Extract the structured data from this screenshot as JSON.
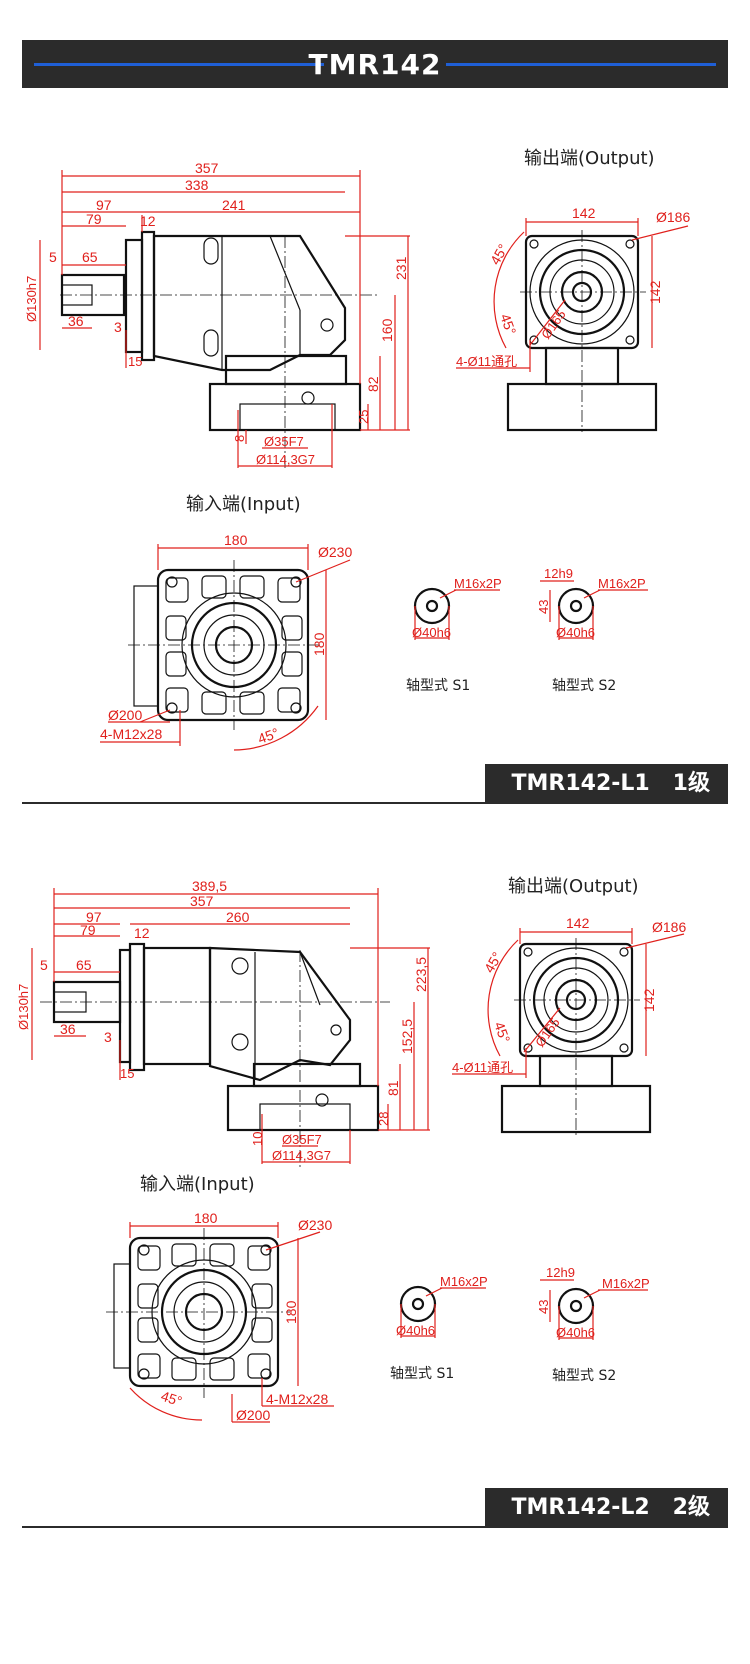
{
  "header": {
    "title": "TMR142"
  },
  "colors": {
    "dimension": "#e0201c",
    "header_bg": "#2b2b2b",
    "header_line": "#1f5fd6"
  },
  "l1": {
    "model_label": "TMR142-L1   1级",
    "output_title": "输出端(Output)",
    "input_title": "输入端(Input)",
    "side": {
      "d357": "357",
      "d338": "338",
      "d97": "97",
      "d241": "241",
      "d79": "79",
      "d12": "12",
      "d5": "5",
      "d65": "65",
      "d130": "Ø130h7",
      "d36": "36",
      "d3": "3",
      "d15": "15",
      "d231": "231",
      "d160": "160",
      "d82": "82",
      "d25": "25",
      "d8": "8",
      "d35": "Ø35F7",
      "d114": "Ø114,3G7"
    },
    "output": {
      "d142w": "142",
      "d186": "Ø186",
      "d142h": "142",
      "a45": "45°",
      "a45b": "45°",
      "d165": "Ø165",
      "holes": "4-Ø11通孔"
    },
    "input": {
      "d180w": "180",
      "d230": "Ø230",
      "d180h": "180",
      "d200": "Ø200",
      "thread": "4-M12x28",
      "a45": "45°"
    },
    "s1": {
      "m16": "M16x2P",
      "d40": "Ø40h6",
      "name": "轴型式 S1"
    },
    "s2": {
      "h12": "12h9",
      "m16": "M16x2P",
      "d43": "43",
      "d40": "Ø40h6",
      "name": "轴型式 S2"
    }
  },
  "l2": {
    "model_label": "TMR142-L2   2级",
    "output_title": "输出端(Output)",
    "input_title": "输入端(Input)",
    "side": {
      "d389": "389,5",
      "d357": "357",
      "d97": "97",
      "d260": "260",
      "d79": "79",
      "d12": "12",
      "d5": "5",
      "d65": "65",
      "d130": "Ø130h7",
      "d36": "36",
      "d3": "3",
      "d15": "15",
      "d223": "223,5",
      "d152": "152,5",
      "d81": "81",
      "d28": "28",
      "d10": "10",
      "d35": "Ø35F7",
      "d114": "Ø114,3G7"
    },
    "output": {
      "d142w": "142",
      "d186": "Ø186",
      "d142h": "142",
      "a45": "45°",
      "a45b": "45°",
      "d165": "Ø165",
      "holes": "4-Ø11通孔"
    },
    "input": {
      "d180w": "180",
      "d230": "Ø230",
      "d180h": "180",
      "d200": "Ø200",
      "thread": "4-M12x28",
      "a45": "45°"
    },
    "s1": {
      "m16": "M16x2P",
      "d40": "Ø40h6",
      "name": "轴型式 S1"
    },
    "s2": {
      "h12": "12h9",
      "m16": "M16x2P",
      "d43": "43",
      "d40": "Ø40h6",
      "name": "轴型式 S2"
    }
  }
}
